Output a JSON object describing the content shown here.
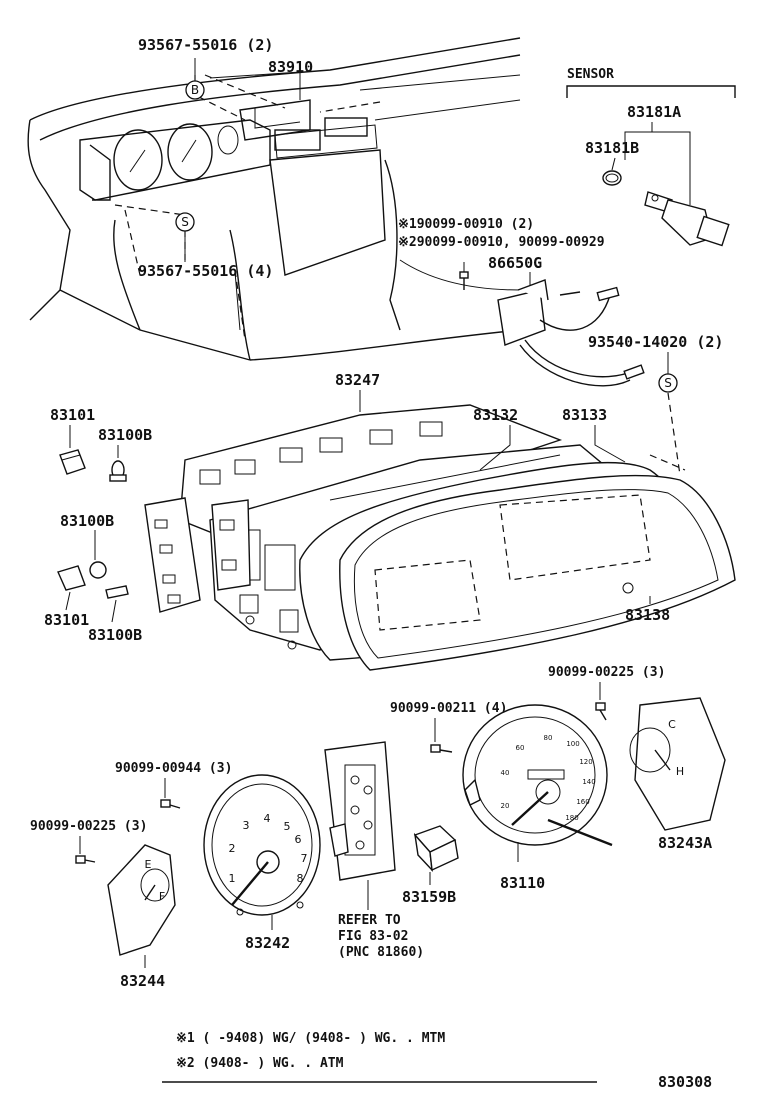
{
  "callouts": {
    "c93567_55016_2": "93567-55016 (2)",
    "c83910": "83910",
    "c_b": "B",
    "c_s1": "S",
    "c93567_55016_4": "93567-55016 (4)",
    "sensor": "SENSOR",
    "c83181A": "83181A",
    "c83181B": "83181B",
    "note1": "※190099-00910 (2)",
    "note2": "※290099-00910, 90099-00929",
    "c86650G": "86650G",
    "c93540_14020_2": "93540-14020 (2)",
    "c_s2": "S",
    "c83247": "83247",
    "c83132": "83132",
    "c83133": "83133",
    "c83101_a": "83101",
    "c83100B_a": "83100B",
    "c83100B_b": "83100B",
    "c83101_b": "83101",
    "c83100B_c": "83100B",
    "c83138": "83138",
    "c90099_00225_3a": "90099-00225 (3)",
    "c90099_00211_4": "90099-00211 (4)",
    "c90099_00944_3": "90099-00944 (3)",
    "c90099_00225_3b": "90099-00225 (3)",
    "c83243A": "83243A",
    "c83110": "83110",
    "c83159B": "83159B",
    "c83242": "83242",
    "c83244": "83244",
    "refer1": "REFER TO",
    "refer2": "FIG 83-02",
    "refer3": "(PNC 81860)"
  },
  "dials": {
    "tach_numbers": [
      "1",
      "2",
      "3",
      "4",
      "5",
      "6",
      "7",
      "8"
    ],
    "speedo_numbers": [
      "20",
      "40",
      "60",
      "80",
      "100",
      "120",
      "140",
      "160",
      "180"
    ],
    "fuel_letters": [
      "E",
      "F"
    ],
    "temp_letters": [
      "C",
      "H"
    ]
  },
  "footer": {
    "line1": "※1 (    -9408) WG/ (9408-    ) WG. . MTM",
    "line2": "※2 (9408-    ) WG. . ATM",
    "code": "830308"
  }
}
